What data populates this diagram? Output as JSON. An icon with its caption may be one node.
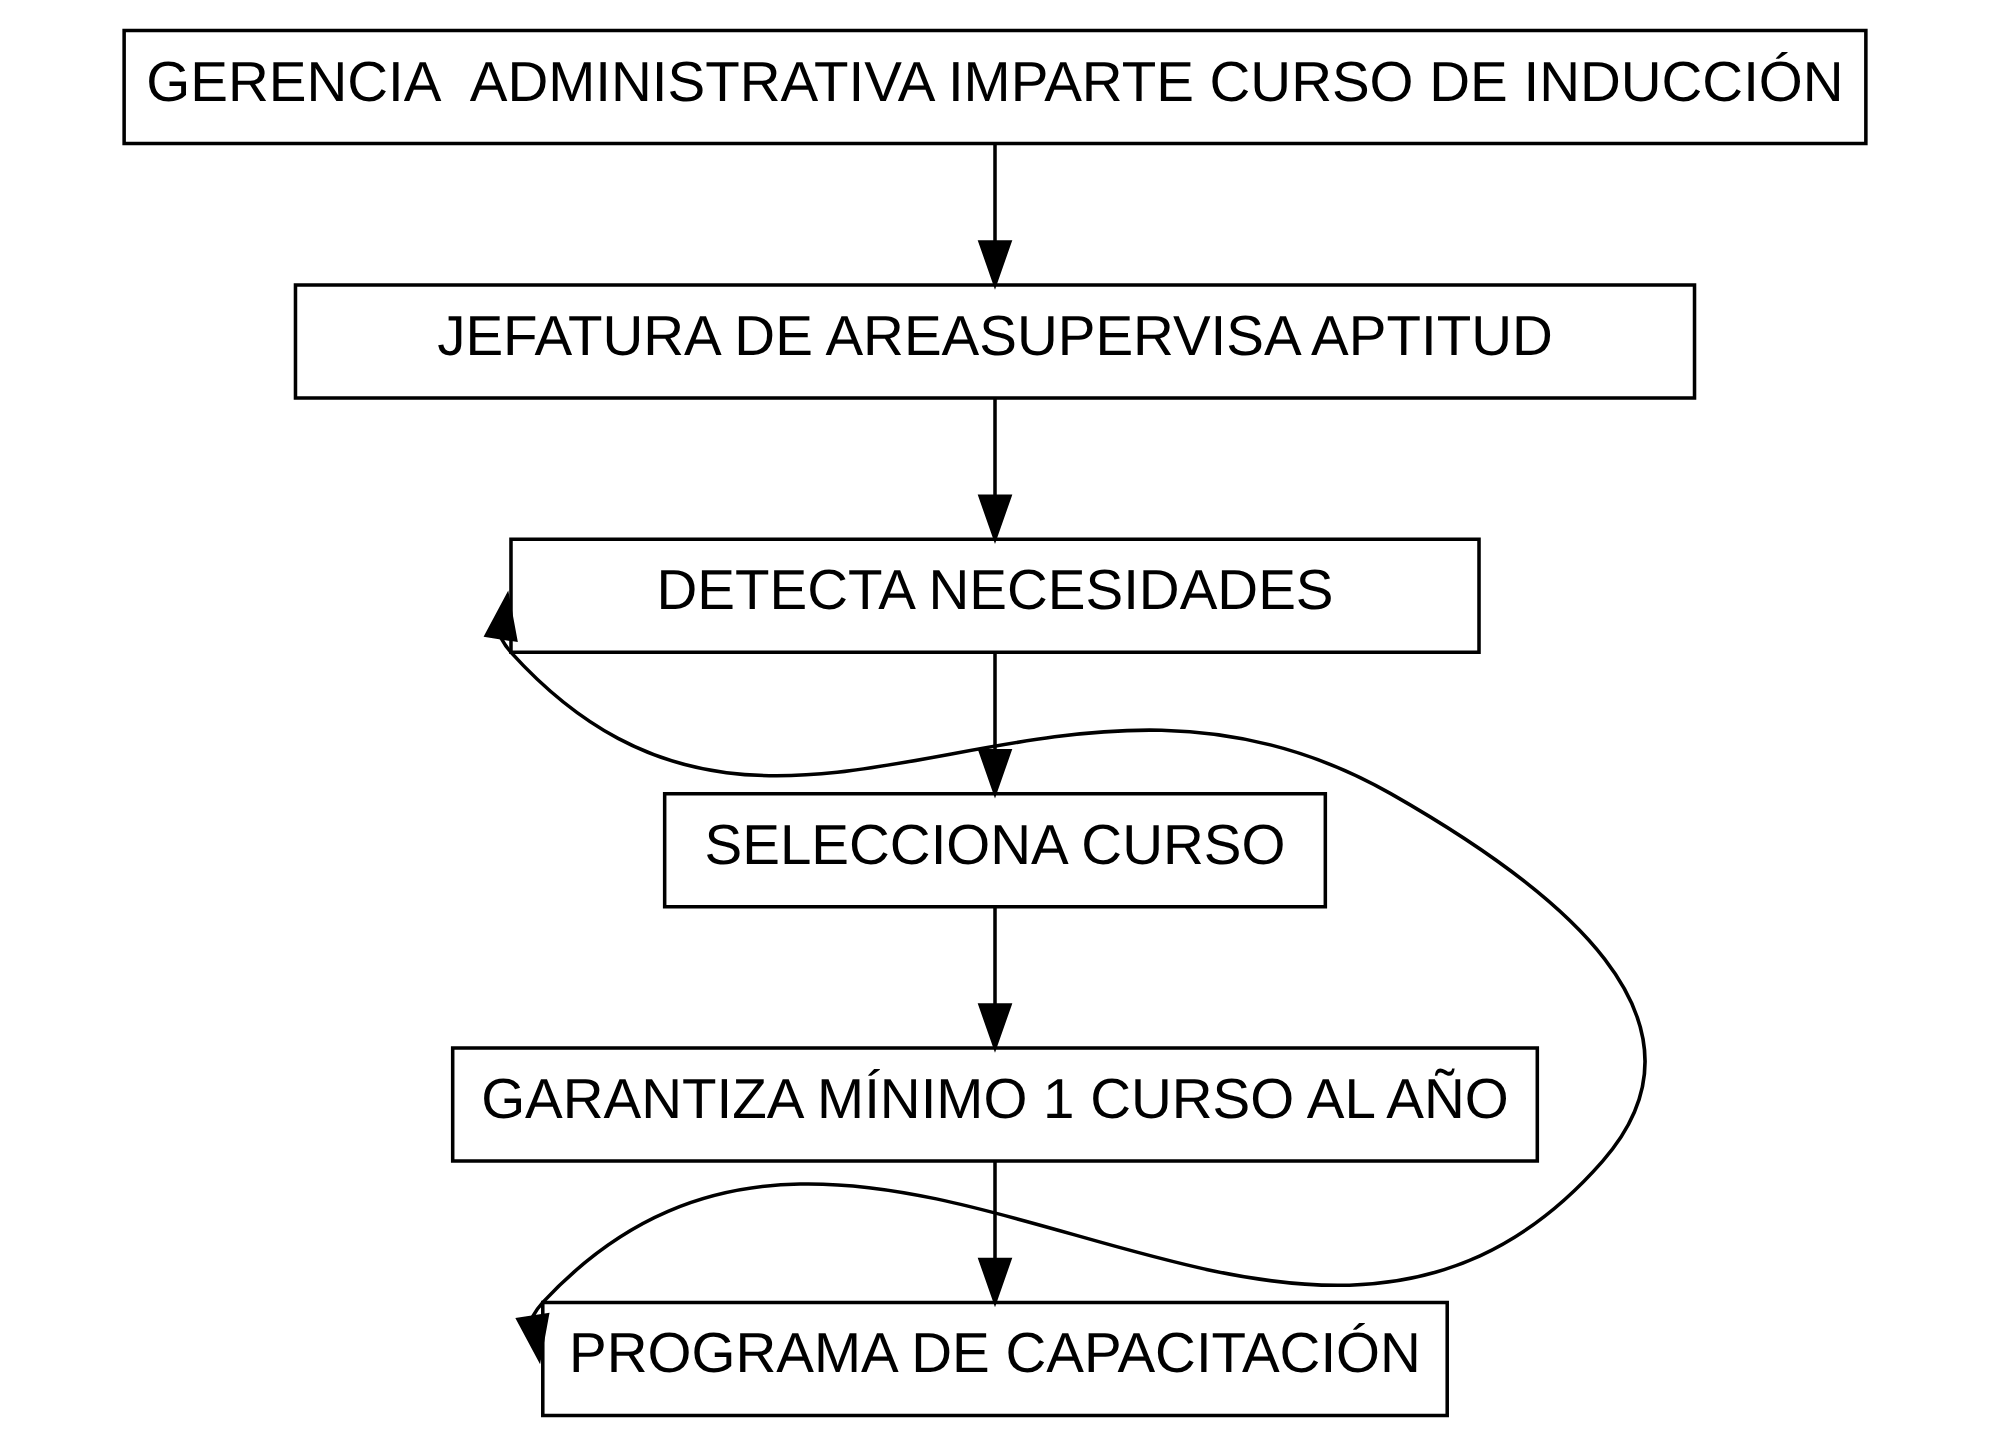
{
  "diagram": {
    "nodes": [
      {
        "text": [
          "GERENCIA  ADMINISTRATIVA IMPARTE CURSO DE INDUCCIÓN"
        ]
      },
      {
        "text": [
          "JEFATURA DE AREASUPERVISA APTITUD"
        ]
      },
      {
        "text": [
          "DETECTA NECESIDADES"
        ]
      },
      {
        "text": [
          "SELECCIONA CURSO"
        ]
      },
      {
        "text": [
          "GARANTIZA MÍNIMO 1 CURSO AL AÑO"
        ]
      },
      {
        "text": [
          "PROGRAMA DE CAPACITACIÓN"
        ]
      }
    ],
    "edges": [
      {
        "from": 0,
        "to": 1,
        "arrow": "to"
      },
      {
        "from": 1,
        "to": 2,
        "arrow": "to"
      },
      {
        "from": 2,
        "to": 3,
        "arrow": "to"
      },
      {
        "from": 3,
        "to": 4,
        "arrow": "to"
      },
      {
        "from": 4,
        "to": 5,
        "arrow": "to"
      },
      {
        "from": 5,
        "to": 2,
        "arrow": "both"
      }
    ]
  }
}
